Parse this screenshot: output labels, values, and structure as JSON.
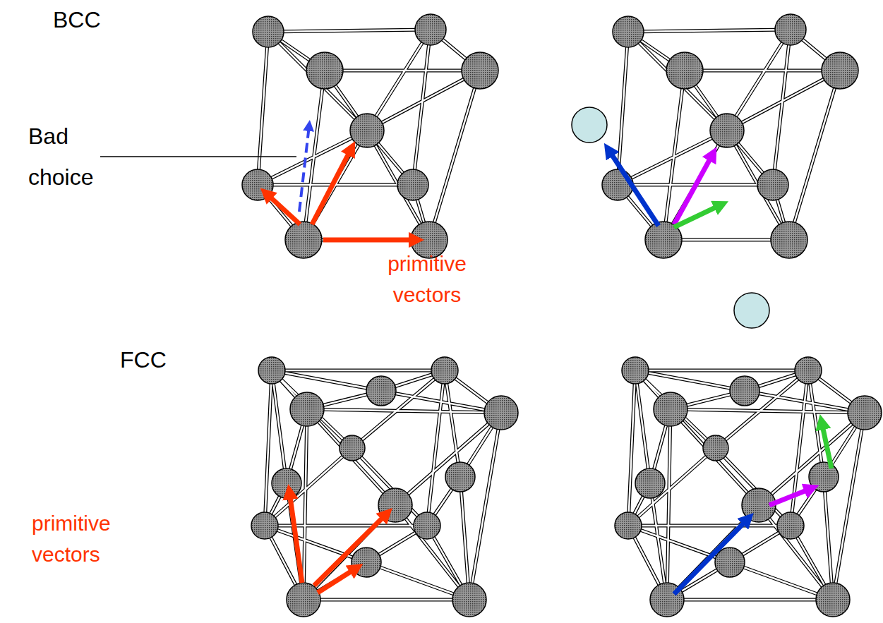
{
  "diagram": {
    "labels": [
      "BCC",
      "Bad choice",
      "primitive vectors",
      "FCC",
      "primitive vectors"
    ]
  }
}
